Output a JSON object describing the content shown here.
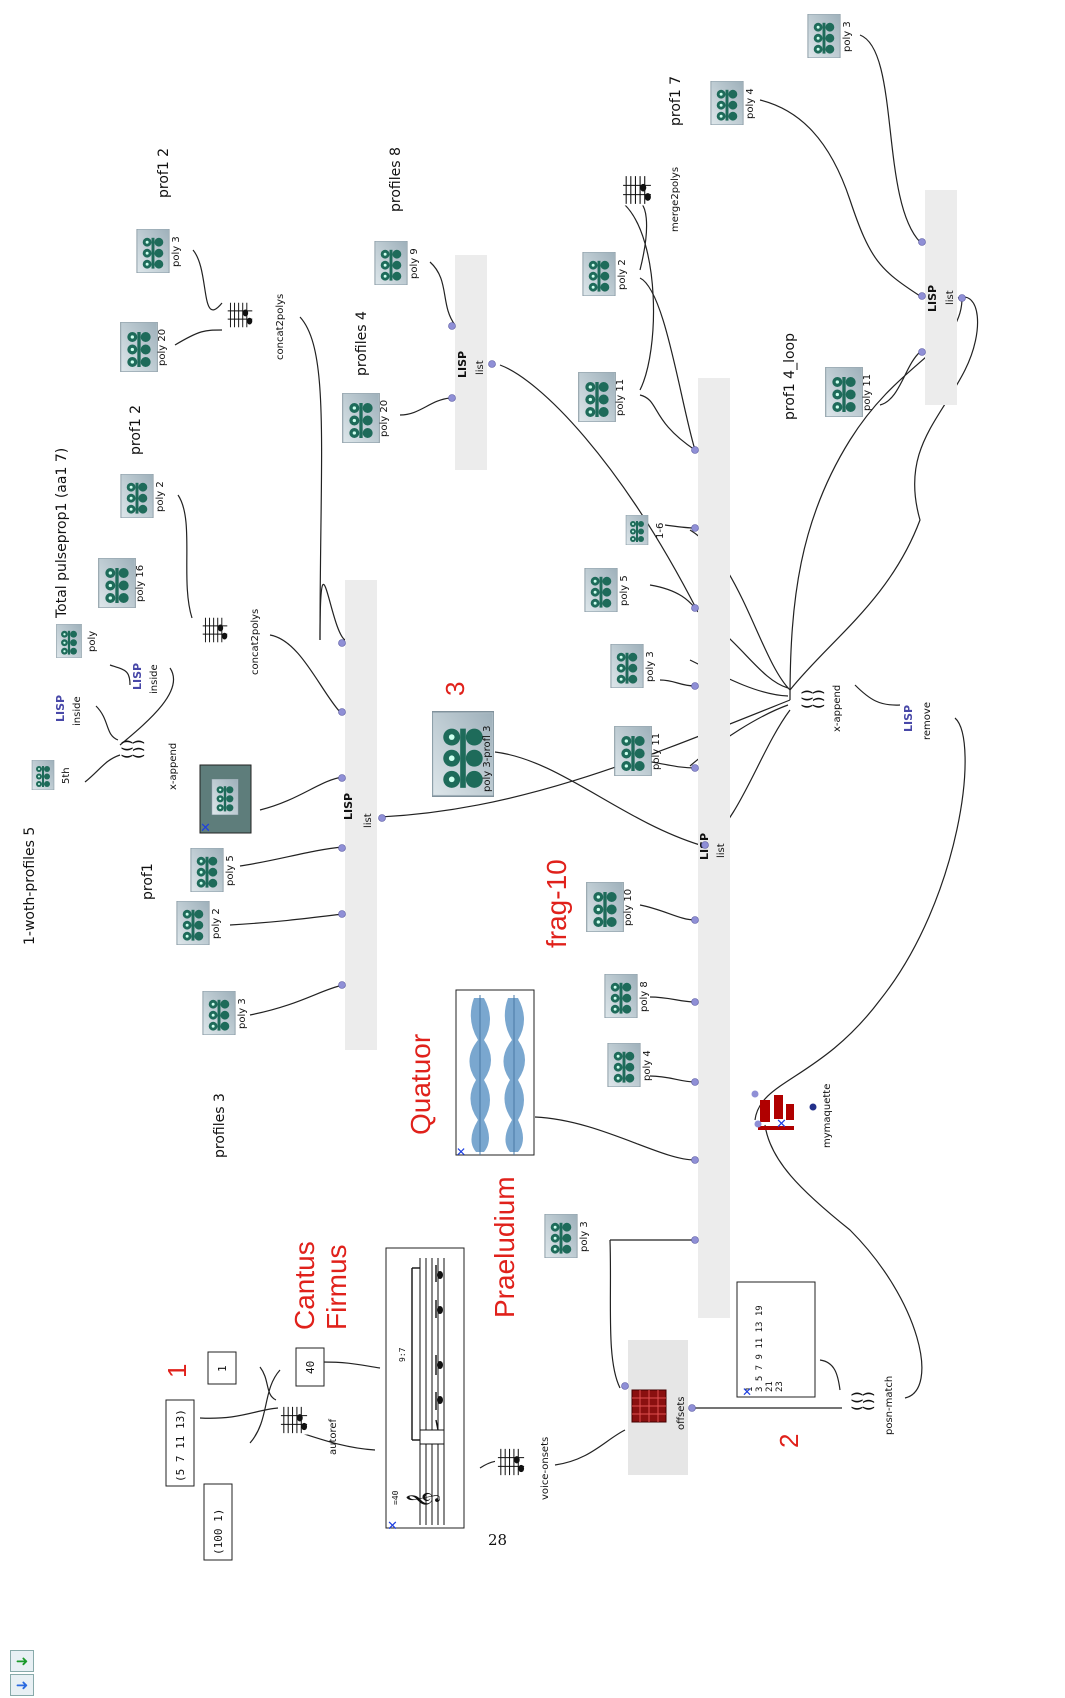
{
  "comments": {
    "profiles_3": "profiles 3",
    "prof1": "prof1",
    "woth_profiles_5": "1-woth-profiles 5",
    "total_pulseprop": "Total pulseprop1 (aa1 7)",
    "prof1_2a": "prof1 2",
    "prof1_2b": "prof1 2",
    "profiles_4": "profiles 4",
    "profiles_8": "profiles 8",
    "prof1_7": "prof1 7",
    "prof1_4_loop": "prof1 4_loop"
  },
  "red_labels": {
    "n1": "1",
    "n2": "2",
    "n3": "3",
    "cantus": "Cantus",
    "firmus": "Firmus",
    "praeludium": "Praeludium",
    "quatuor": "Quatuor",
    "frag10": "frag-10"
  },
  "values": {
    "box_100_1": "(100 1)",
    "box_5_7_11_13": "(5 7 11 13)",
    "box_1": "1",
    "box_40": "40",
    "page_number": "28",
    "tuplet": "9:7",
    "tempo": "=40",
    "text_lines": [
      "1",
      "3 5 7 9 11 13 19",
      "21",
      "23"
    ]
  },
  "functions": {
    "autoref": "autoref",
    "voice_onsets": "voice-onsets",
    "offsets": "offsets",
    "posn_match": "posn-match",
    "mymaquette": "mymaquette",
    "x_append_1": "x-append",
    "x_append_2": "x-append",
    "remove": "remove",
    "inside_1": "inside",
    "inside_2": "inside",
    "concat_1": "concat2polys",
    "concat_2": "concat2polys",
    "merge": "merge2polys",
    "list_1": "list",
    "list_2": "list",
    "list_3": "list",
    "list_4": "list",
    "lisp": "LISP"
  },
  "polys": {
    "p3_left": "poly 3",
    "p2_prof1": "poly 2",
    "p5_prof1": "poly 5",
    "fifth": "5th",
    "poly": "poly",
    "p16": "poly 16",
    "p2_mid": "poly 2",
    "p20_a": "poly 20",
    "p3_top": "poly 3",
    "p20_b": "poly 20",
    "p9": "poly 9",
    "p3_profl": "poly 3-profl 3",
    "p3_praeludium": "poly 3",
    "p4": "poly 4",
    "p8": "poly 8",
    "p10": "poly 10",
    "p11_a": "poly 11",
    "p3_b": "poly 3",
    "p5": "poly 5",
    "r16": "1-6",
    "p11_b": "poly 11",
    "p2_right": "poly 2",
    "p11_c": "poly 11",
    "p4_right": "poly 4",
    "p3_right": "poly 3"
  },
  "colors": {
    "accent_red": "#e0211b",
    "wire": "#222222",
    "inlet": "#8f8fd6",
    "poly_icon": "#1e6b5a",
    "list_bar": "#ececec",
    "maquette_red": "#b00000"
  },
  "icons": {
    "toolbar_up": "green-arrow-up-icon",
    "toolbar_right": "blue-arrow-right-icon",
    "poly": "poly-voice-icon",
    "score": "score-icon",
    "maquette": "maquette-icon",
    "waveform": "sound-waveform-icon",
    "offsets": "grid-matrix-icon",
    "paren": "x-append-parentheses-icon"
  }
}
